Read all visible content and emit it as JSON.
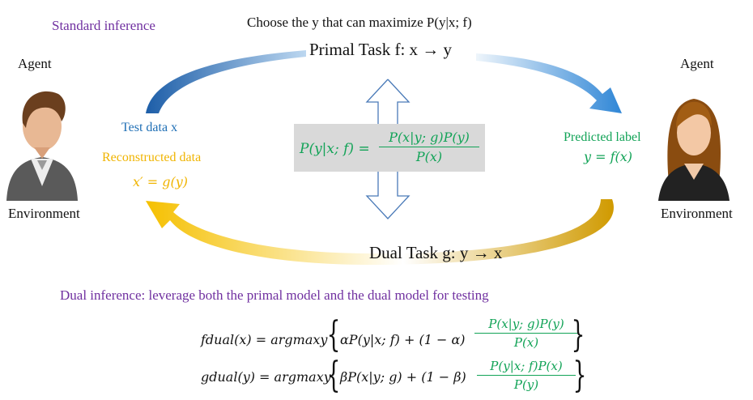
{
  "header": {
    "standard_inference": "Standard inference",
    "choose_text": "Choose the y that can maximize P(y|x; f)"
  },
  "primal_task": "Primal Task f: x → y",
  "dual_task": "Dual Task g: y → x",
  "left_agent": {
    "agent": "Agent",
    "environment": "Environment"
  },
  "right_agent": {
    "agent": "Agent",
    "environment": "Environment"
  },
  "left_labels": {
    "test_data": "Test data x",
    "reconstructed_label": "Reconstructed data",
    "reconstructed_eq": "x′ = g(y)"
  },
  "right_labels": {
    "predicted_label": "Predicted label",
    "predicted_eq": "y = f(x)"
  },
  "bayes": {
    "lhs": "P(y|x; f) =",
    "numerator": "P(x|y; g)P(y)",
    "denominator": "P(x)"
  },
  "dual_inference": {
    "title": "Dual inference: leverage both the primal model and the dual model for testing",
    "eq1_lhs": "fdual(x) = argmaxy",
    "eq1_body": "αP(y|x; f) + (1 − α)",
    "eq1_num": "P(x|y; g)P(y)",
    "eq1_den": "P(x)",
    "eq2_lhs": "gdual(y) = argmaxy",
    "eq2_body": "βP(x|y; g) + (1 − β)",
    "eq2_num": "P(y|x; f)P(x)",
    "eq2_den": "P(y)"
  },
  "colors": {
    "purple": "#7030a0",
    "blue": "#1f6fb5",
    "orange": "#f0b400",
    "green": "#12a357",
    "box_gray": "#d9d9d9"
  }
}
